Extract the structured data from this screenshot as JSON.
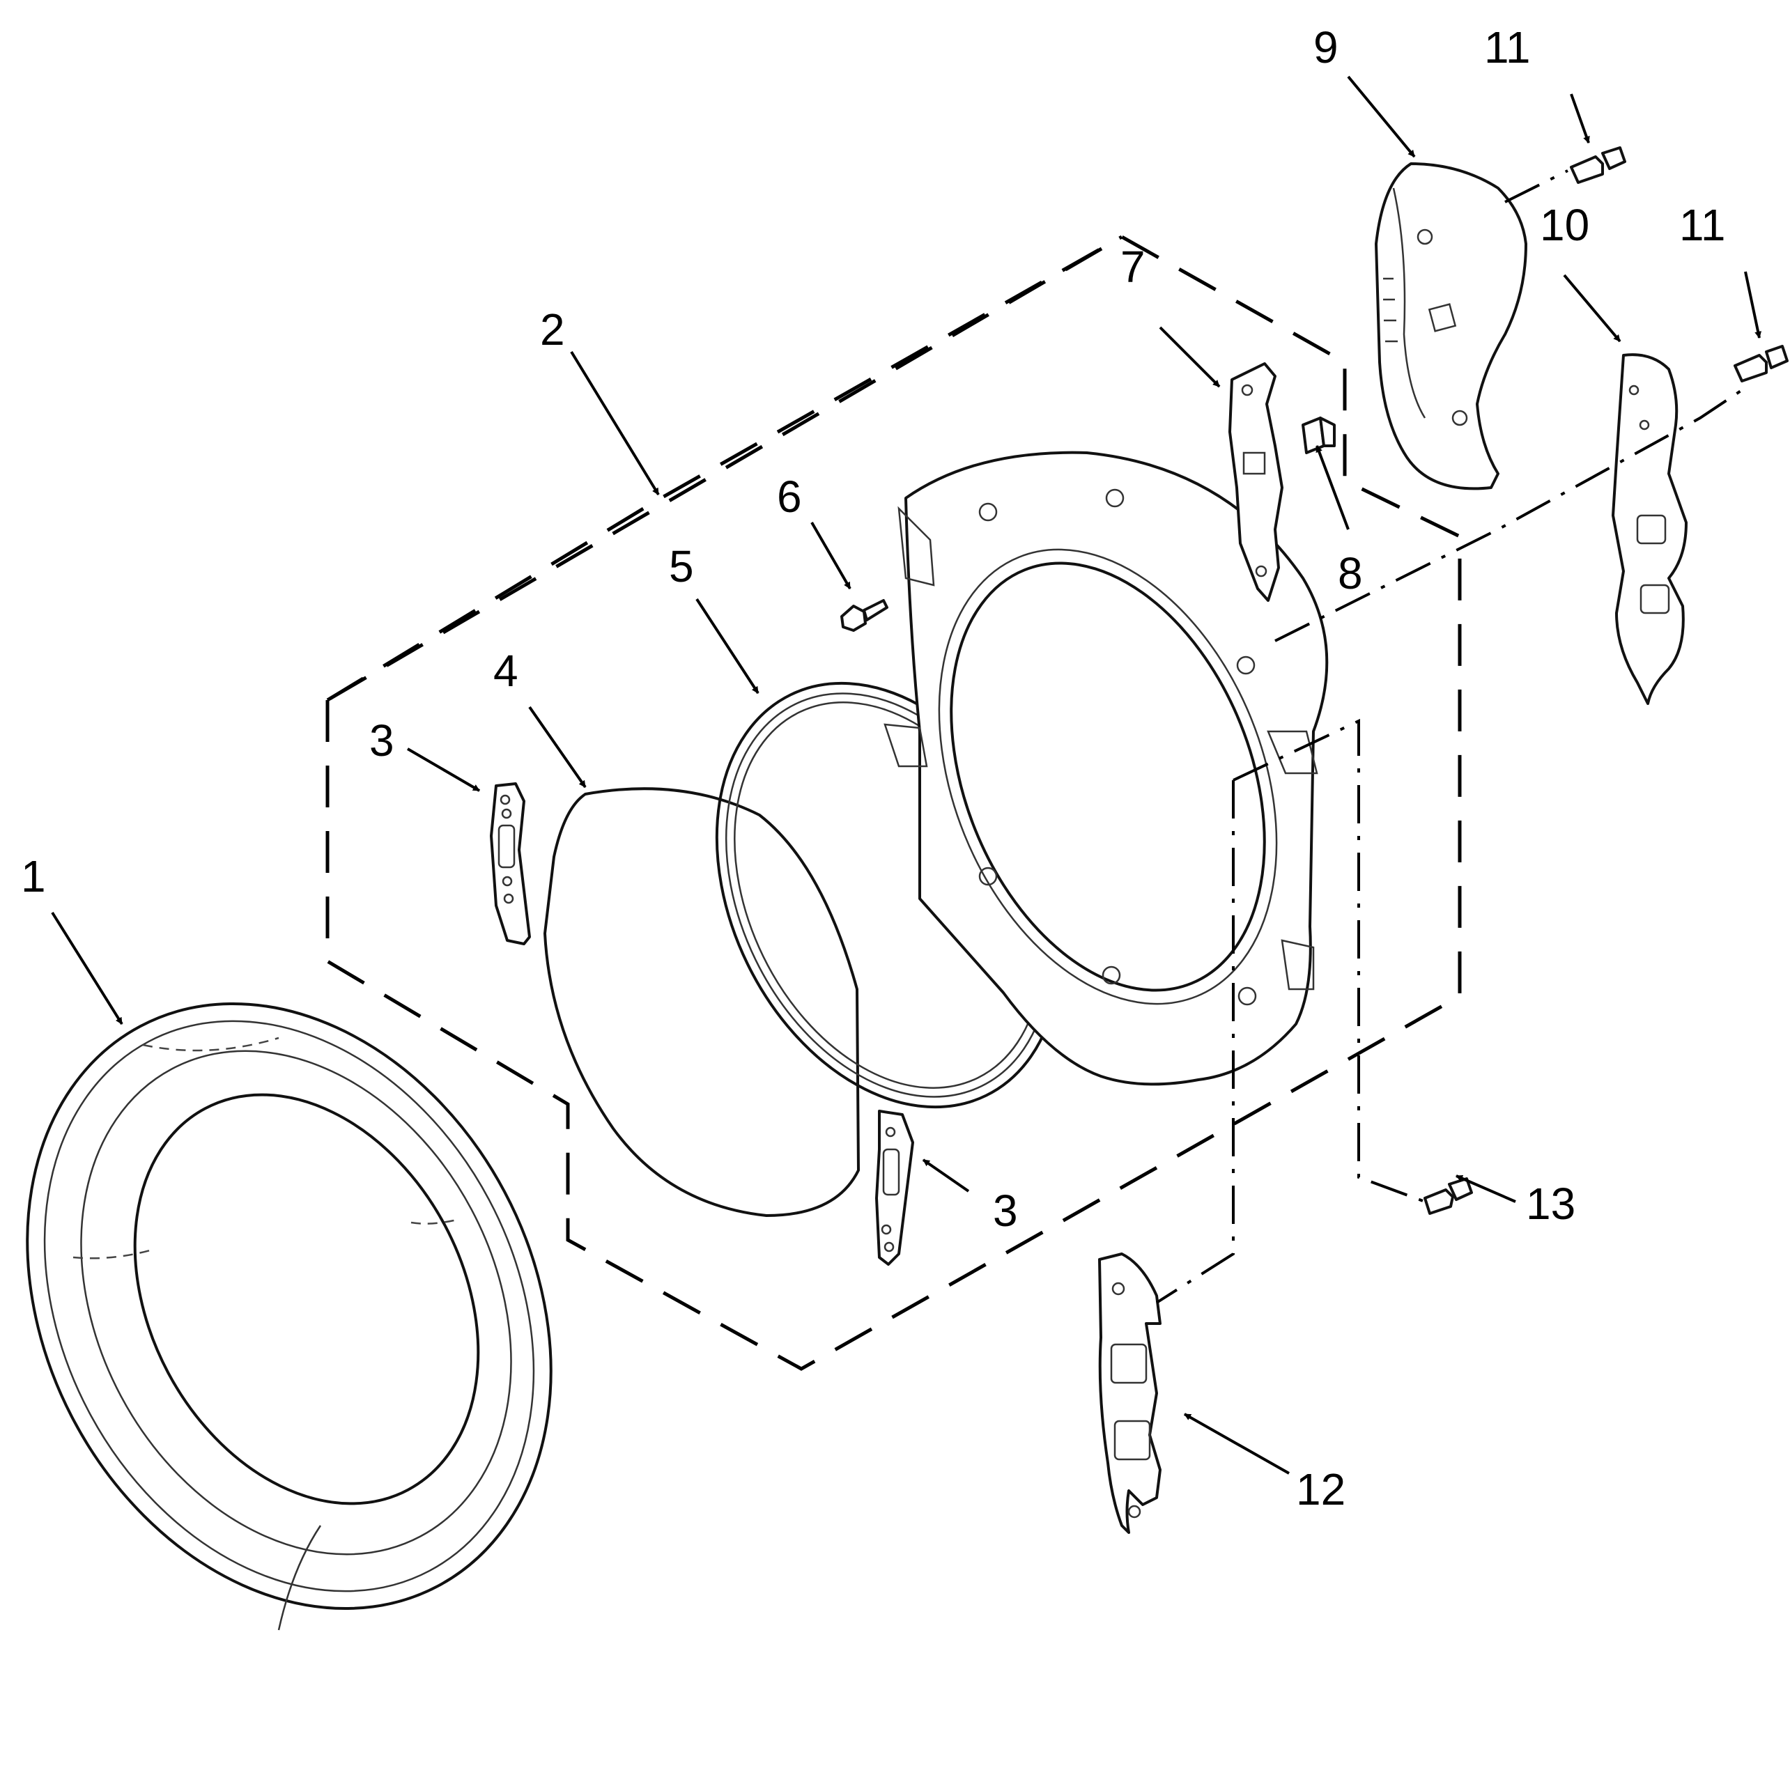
{
  "callouts": {
    "c1": "1",
    "c2": "2",
    "c3a": "3",
    "c3b": "3",
    "c4": "4",
    "c5": "5",
    "c6": "6",
    "c7": "7",
    "c8": "8",
    "c9": "9",
    "c10": "10",
    "c11a": "11",
    "c11b": "11",
    "c12": "12",
    "c13": "13"
  }
}
